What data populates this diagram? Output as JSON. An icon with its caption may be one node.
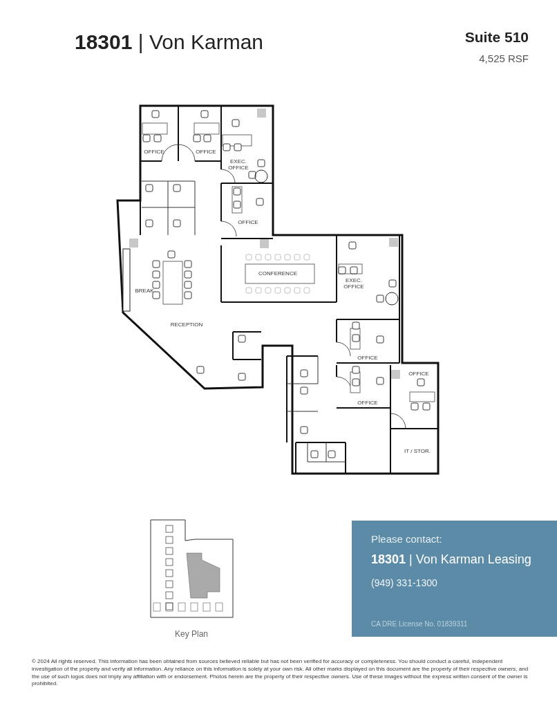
{
  "diagram": {
    "title": "**18301** | Von Karman",
    "nodes": [
      {
        "text": [
          "Please contact:",
          "**18301** | Von Karman Leasing",
          "(949) 331-1300",
          "CA DRE License No. 01839311"
        ]
      }
    ],
    "labels": [
      "Suite 510",
      "4,525 RSF",
      "OFFICE",
      "OFFICE",
      "EXEC. OFFICE",
      "OFFICE",
      "CONFERENCE",
      "EXEC. OFFICE",
      "BREAK",
      "RECEPTION",
      "OFFICE",
      "OFFICE",
      "OFFICE",
      "IT / STOR.",
      "Key Plan",
      "© 2024 All rights reserved. This information has been obtained from sources believed reliable but has not been verified for accuracy or completeness. You should conduct a careful, independent investigation of the property and verify all information. Any reliance on this information is solely at your own risk. All other marks displayed on this document are the property of their respective owners, and the use of such logos does not imply any affiliation with or endorsement. Photos herein are the property of their respective owners. Use of these images without the express written consent of the owner is prohibited."
    ]
  }
}
